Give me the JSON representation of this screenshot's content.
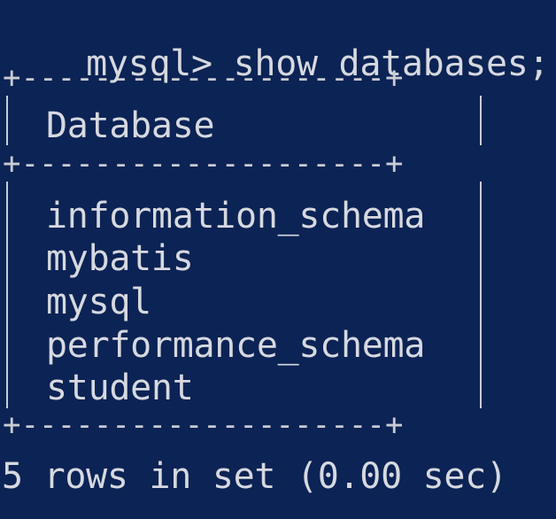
{
  "terminal": {
    "prompt": "mysql>",
    "command": "show databases;",
    "border_line": "+--------------------+",
    "header": "Database",
    "rows": [
      "information_schema",
      "mybatis",
      "mysql",
      "performance_schema",
      "student"
    ],
    "summary": "5 rows in set (0.00 sec)",
    "colors": {
      "background": "#0c2355",
      "text": "#d6d9df"
    }
  }
}
